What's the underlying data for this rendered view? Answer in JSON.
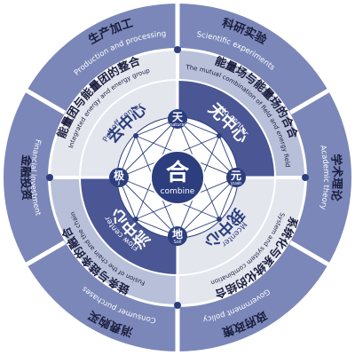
{
  "outer_ring": {
    "top_left": {
      "cn": "生产加工",
      "en": "Production and processing"
    },
    "top_right": {
      "cn": "科研实验",
      "en": "Scientific experiments"
    },
    "right": {
      "cn": "学术理论",
      "en": "Academic theory"
    },
    "bottom_right": {
      "cn": "政府政策",
      "en": "Government policy"
    },
    "bottom_left": {
      "cn": "消费购买",
      "en": "Consumer purchases"
    },
    "left": {
      "cn": "金融投资",
      "en": "Financial investment"
    }
  },
  "middle_ring": {
    "top_left": {
      "cn": "能量团与能量团的整合",
      "en": "Integrated energy and energy group"
    },
    "top_right": {
      "cn": "能量场与能量场的合合",
      "en": "The mutual combination of field and energy field"
    },
    "bottom_right": {
      "cn": "系统化与系统化的结合",
      "en": "System and system combination"
    },
    "bottom_left": {
      "cn": "链条与链条的融合",
      "en": "Fusion of the chain and the chain"
    }
  },
  "quadrants": {
    "top_left": {
      "cn": "去中心",
      "en": "Put off center"
    },
    "top_right": {
      "cn": "无中心",
      "en": "No center"
    },
    "bottom_right": {
      "cn": "我中心",
      "en": "Mcenter"
    },
    "bottom_left": {
      "cn": "流中心",
      "en": "Flow center"
    }
  },
  "nodes": {
    "top": {
      "cn": "天",
      "en": "natural"
    },
    "right": {
      "cn": "元",
      "en": "yuan"
    },
    "bottom": {
      "cn": "地",
      "en": "Soil"
    },
    "left": {
      "cn": "极",
      "en": "ji"
    }
  },
  "center": {
    "cn": "合",
    "en": "combine"
  },
  "colors": {
    "dark_blue": "#4a5794",
    "mid_blue": "#6e7cb0",
    "light_gray": "#e4e6ee",
    "ring_blue": "#7a87b8",
    "navy": "#2c3e7e"
  }
}
